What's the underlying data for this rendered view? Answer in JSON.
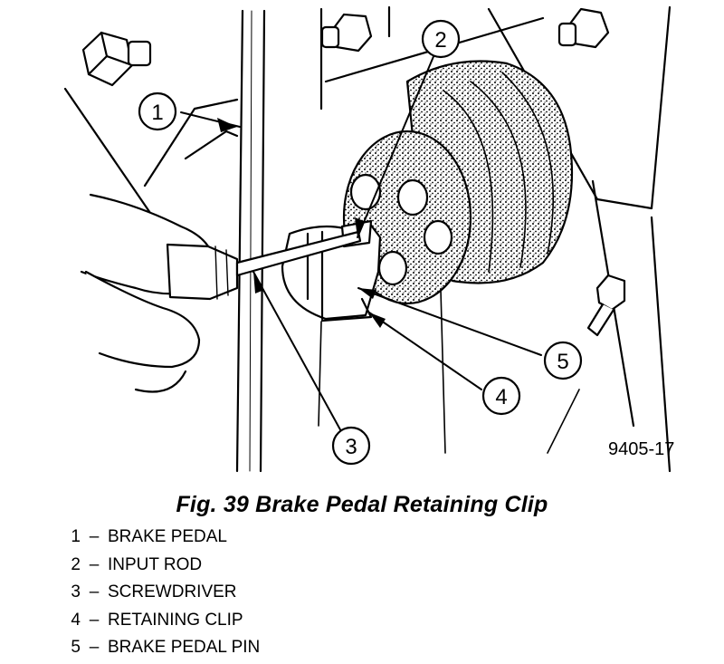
{
  "figure": {
    "figure_id": "9405-17",
    "callouts": [
      {
        "number": "1"
      },
      {
        "number": "2"
      },
      {
        "number": "3"
      },
      {
        "number": "4"
      },
      {
        "number": "5"
      }
    ]
  },
  "caption": "Fig. 39 Brake Pedal Retaining Clip",
  "legend": {
    "dash": "–",
    "items": [
      {
        "number": "1",
        "label": "BRAKE PEDAL"
      },
      {
        "number": "2",
        "label": "INPUT ROD"
      },
      {
        "number": "3",
        "label": "SCREWDRIVER"
      },
      {
        "number": "4",
        "label": "RETAINING CLIP"
      },
      {
        "number": "5",
        "label": "BRAKE PEDAL PIN"
      }
    ]
  }
}
